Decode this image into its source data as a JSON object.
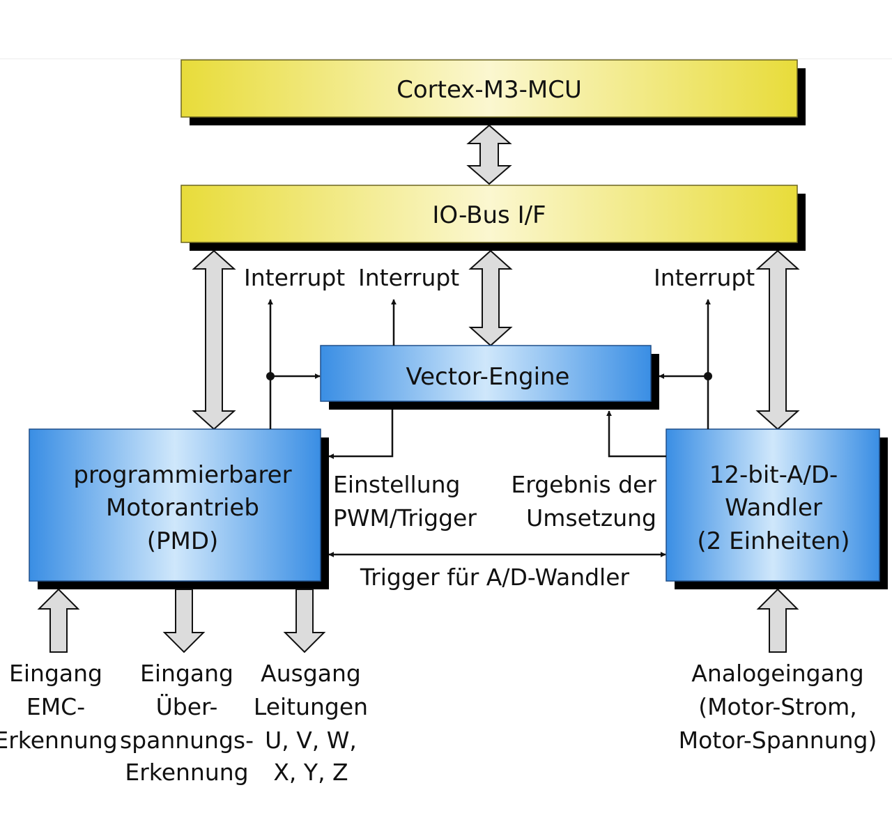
{
  "colors": {
    "yellow_edge": "#e8dc3a",
    "yellow_center": "#fbf7d0",
    "blue_edge": "#3a8ee4",
    "blue_center": "#cfe7fb",
    "shadow": "#000000",
    "arrow_fill": "#dcdcdc",
    "line": "#111111"
  },
  "blocks": {
    "mcu": "Cortex-M3-MCU",
    "iobus": "IO-Bus I/F",
    "vector": "Vector-Engine",
    "pmd": [
      "programmierbarer",
      "Motorantrieb",
      "(PMD)"
    ],
    "adc": [
      "12-bit-A/D-",
      "Wandler",
      "(2 Einheiten)"
    ]
  },
  "labels": {
    "interrupt_1": "Interrupt",
    "interrupt_2": "Interrupt",
    "interrupt_3": "Interrupt",
    "einstellung": [
      "Einstellung",
      "PWM/Trigger"
    ],
    "ergebnis": [
      "Ergebnis der",
      "Umsetzung"
    ],
    "trigger": "Trigger für A/D-Wandler"
  },
  "io": {
    "emc": [
      "Eingang",
      "EMC-",
      "Erkennung"
    ],
    "ueber": [
      "Eingang",
      "Über-",
      "spannungs-",
      "Erkennung"
    ],
    "ausgang": [
      "Ausgang",
      "Leitungen",
      "U, V, W,",
      "X, Y, Z"
    ],
    "analog": [
      "Analogeingang",
      "(Motor-Strom,",
      "Motor-Spannung)"
    ]
  }
}
